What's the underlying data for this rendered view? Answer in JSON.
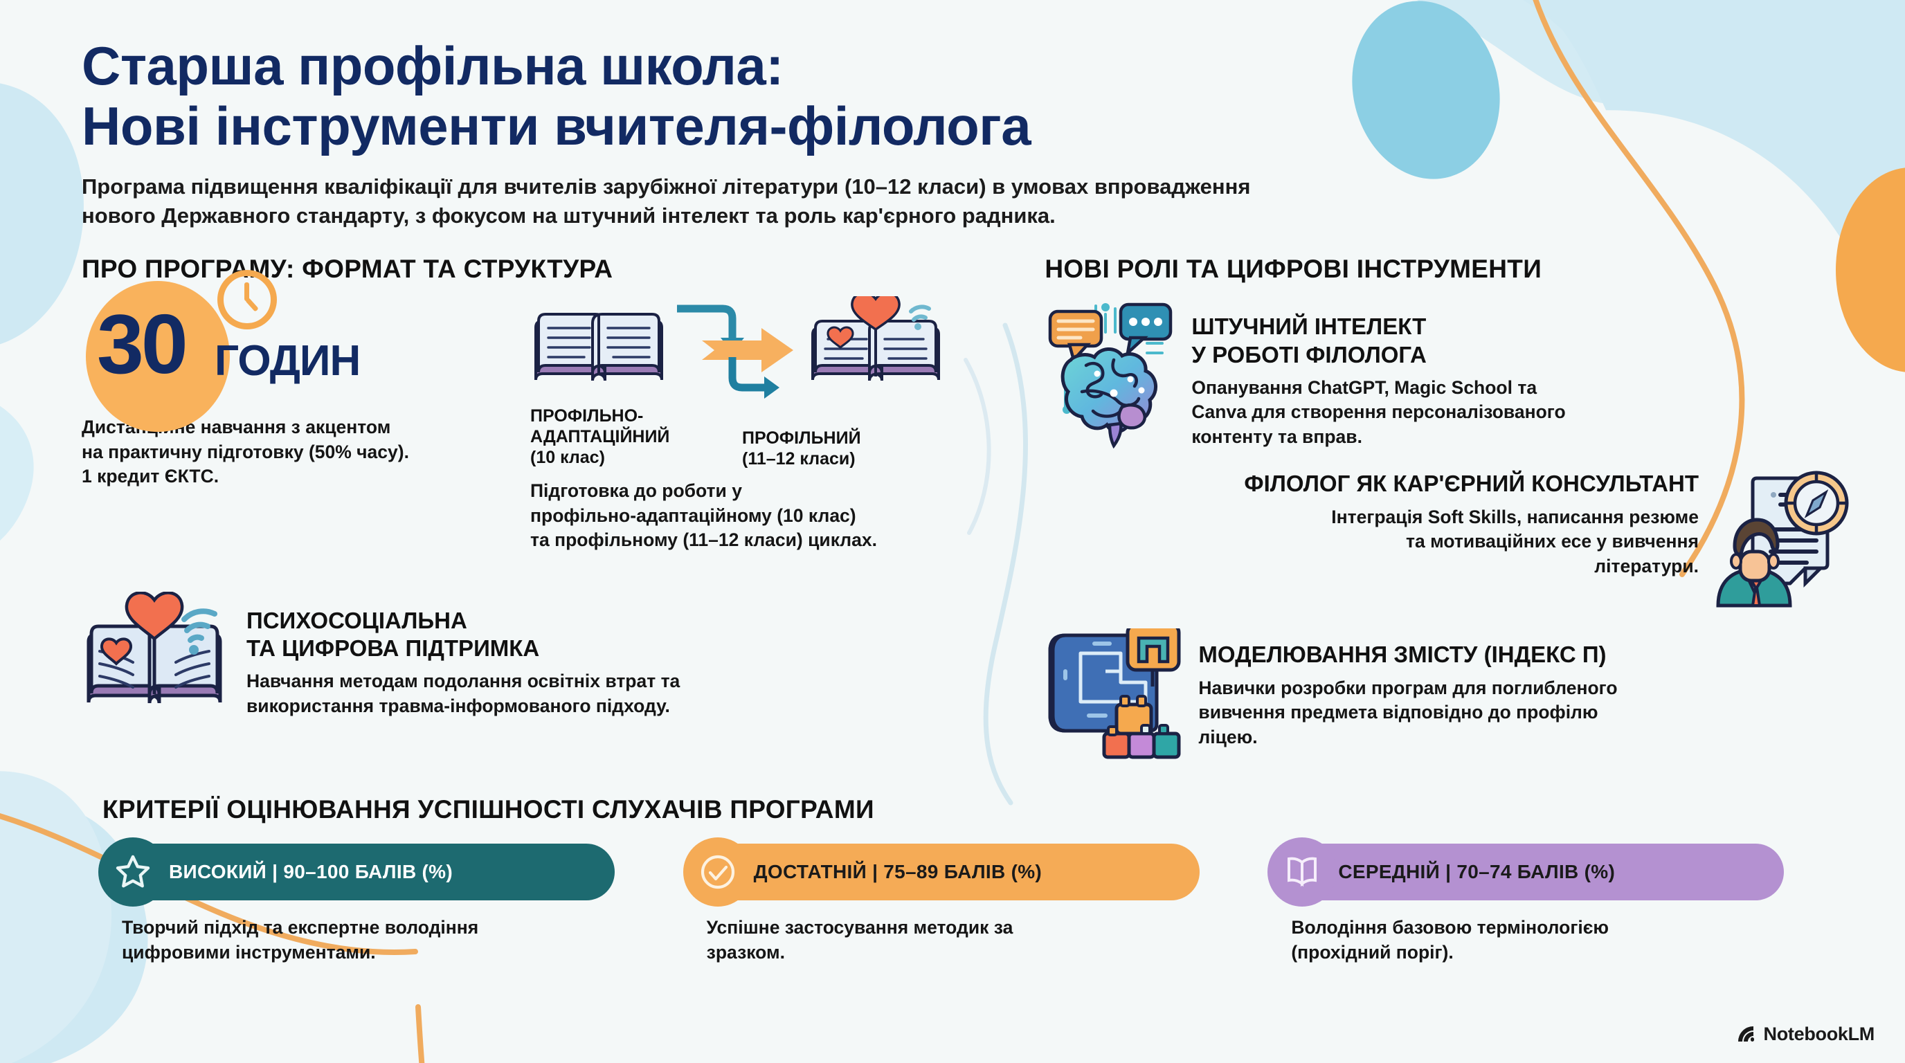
{
  "header": {
    "title": "Старша профільна школа:\nНові інструменти вчителя-філолога",
    "subtitle": "Програма підвищення кваліфікації для вчителів зарубіжної літератури (10–12 класи) в умовах впровадження\nнового Державного стандарту, з фокусом на штучний інтелект та роль кар'єрного радника."
  },
  "left_column": {
    "heading": "ПРО ПРОГРАМУ: ФОРМАТ ТА СТРУКТУРА",
    "hours": {
      "number": "30",
      "unit": "ГОДИН",
      "description": "Дистанційне навчання з акцентом\nна практичну підготовку (50% часу).\n1 кредит ЄКТС."
    },
    "flow": {
      "stage_1": "ПРОФІЛЬНО-\nАДАПТАЦІЙНИЙ\n(10 клас)",
      "stage_2": "ПРОФІЛЬНИЙ\n(11–12 класи)",
      "description": "Підготовка до роботи у\nпрофільно-адаптаційному (10 клас)\nта профільному (11–12 класи) циклах."
    },
    "support": {
      "title": "ПСИХОСОЦІАЛЬНА\nТА ЦИФРОВА ПІДТРИМКА",
      "body": "Навчання методам подолання освітніх втрат та\nвикористання травма-інформованого підходу."
    }
  },
  "right_column": {
    "heading": "НОВІ РОЛІ ТА ЦИФРОВІ ІНСТРУМЕНТИ",
    "items": [
      {
        "title": "ШТУЧНИЙ ІНТЕЛЕКТ\nУ РОБОТІ ФІЛОЛОГА",
        "body": "Опанування ChatGPT, Magic School та\nCanva для створення персоналізованого\nконтенту та вправ."
      },
      {
        "title": "ФІЛОЛОГ ЯК КАР'ЄРНИЙ КОНСУЛЬТАНТ",
        "body": "Інтеграція Soft Skills, написання резюме\nта мотиваційних есе у вивчення\nлітератури."
      },
      {
        "title": "МОДЕЛЮВАННЯ ЗМІСТУ (ІНДЕКС П)",
        "body": "Навички розробки програм для поглибленого\nвивчення предмета відповідно до профілю\nліцею."
      }
    ]
  },
  "criteria": {
    "heading": "КРИТЕРІЇ ОЦІНЮВАННЯ УСПІШНОСТІ СЛУХАЧІВ ПРОГРАМИ",
    "items": [
      {
        "label": "ВИСОКИЙ | 90–100 БАЛІВ (%)",
        "description": "Творчий підхід та експертне володіння\nцифровими інструментами.",
        "icon": "star-icon",
        "color": "#1d6a70",
        "text_color": "#ffffff"
      },
      {
        "label": "ДОСТАТНІЙ | 75–89 БАЛІВ (%)",
        "description": "Успішне застосування методик за\nзразком.",
        "icon": "check-circle-icon",
        "color": "#f5ab56",
        "text_color": "#1a1a1a"
      },
      {
        "label": "СЕРЕДНІЙ | 70–74 БАЛІВ (%)",
        "description": "Володіння базовою термінологією\n(прохідний поріг).",
        "icon": "open-book-icon",
        "color": "#b491d1",
        "text_color": "#1a1a1a"
      }
    ]
  },
  "watermark": {
    "label": "NotebookLM"
  },
  "palette": {
    "navy": "#122a63",
    "orange": "#f9b25c",
    "teal": "#1d6a70",
    "purple": "#b491d1",
    "light_blue": "#bfe2ef",
    "bg": "#f4f8f8"
  }
}
